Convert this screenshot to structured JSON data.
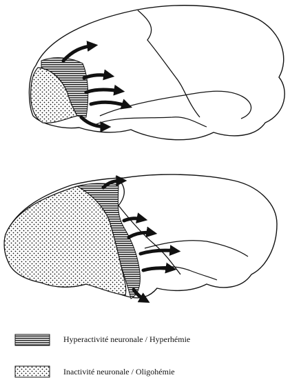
{
  "colors": {
    "ink": "#111111",
    "background": "#ffffff"
  },
  "figures": [
    {
      "name": "brain-top",
      "regions": [
        "hyperactivity",
        "inactivity"
      ],
      "arrows": 5
    },
    {
      "name": "brain-bottom",
      "regions": [
        "hyperactivity",
        "inactivity"
      ],
      "arrows": 6
    }
  ],
  "legend": {
    "hyperactivity": {
      "label": "Hyperactivité neuronale / Hyperhémie",
      "pattern": "horizontal-stripes"
    },
    "inactivity": {
      "label": "Inactivité neuronale / Oligohémie",
      "pattern": "dotted"
    }
  }
}
